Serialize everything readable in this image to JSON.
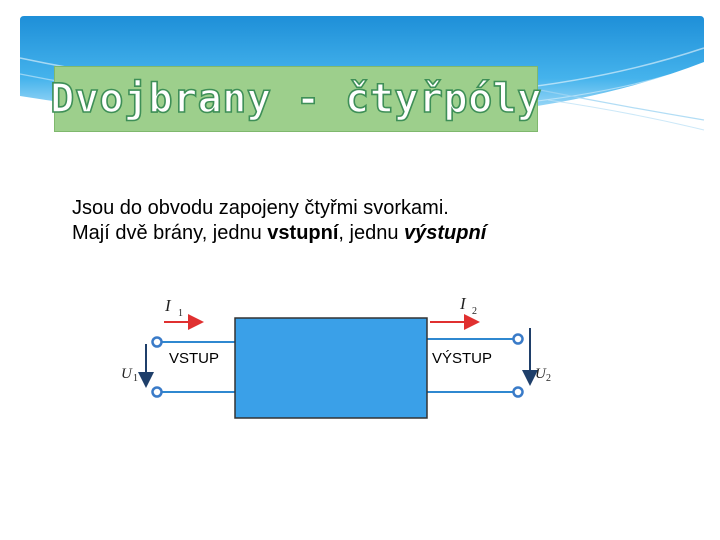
{
  "title": "Dvojbrany - čtyřpóly",
  "body": {
    "line1": "Jsou do obvodu zapojeny čtyřmi svorkami.",
    "line2_prefix": "Mají dvě brány, jednu ",
    "line2_bold1": "vstupní",
    "line2_mid": ", jednu ",
    "line2_bold2": "výstupní"
  },
  "diagram": {
    "input_label": "VSTUP",
    "output_label": "VÝSTUP",
    "current_in": {
      "symbol": "I",
      "sub": "1"
    },
    "current_out": {
      "symbol": "I",
      "sub": "2"
    },
    "voltage_in": {
      "symbol": "U",
      "sub": "1"
    },
    "voltage_out": {
      "symbol": "U",
      "sub": "2"
    }
  },
  "colors": {
    "header_blue": "#2f9fe0",
    "title_fill": "#9dcf8c",
    "title_stroke": "#3e8f57",
    "box_fill": "#3aa0e8",
    "wire": "#2f88d0",
    "arrow_red": "#e03030",
    "terminal": "#3a7bc8"
  }
}
